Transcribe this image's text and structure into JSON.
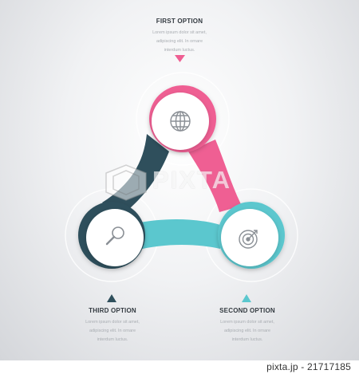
{
  "options": [
    {
      "title": "FIRST OPTION",
      "desc_line1": "Lorem ipsum dolor sit amet,",
      "desc_line2": "adipiscing elit. In ornare",
      "desc_line3": "interdum luctus.",
      "color": "#ef5f93",
      "icon": "globe-icon"
    },
    {
      "title": "SECOND OPTION",
      "desc_line1": "Lorem ipsum dolor sit amet,",
      "desc_line2": "adipiscing elit. In ornare",
      "desc_line3": "interdum luctus.",
      "color": "#5bc7ce",
      "icon": "target-icon"
    },
    {
      "title": "THIRD OPTION",
      "desc_line1": "Lorem ipsum dolor sit amet,",
      "desc_line2": "adipiscing elit. In ornare",
      "desc_line3": "interdum luctus.",
      "color": "#2f4f5c",
      "icon": "search-icon"
    }
  ],
  "watermark": "PIXTA",
  "footer": {
    "text": "pixta.jp - 21717185"
  }
}
